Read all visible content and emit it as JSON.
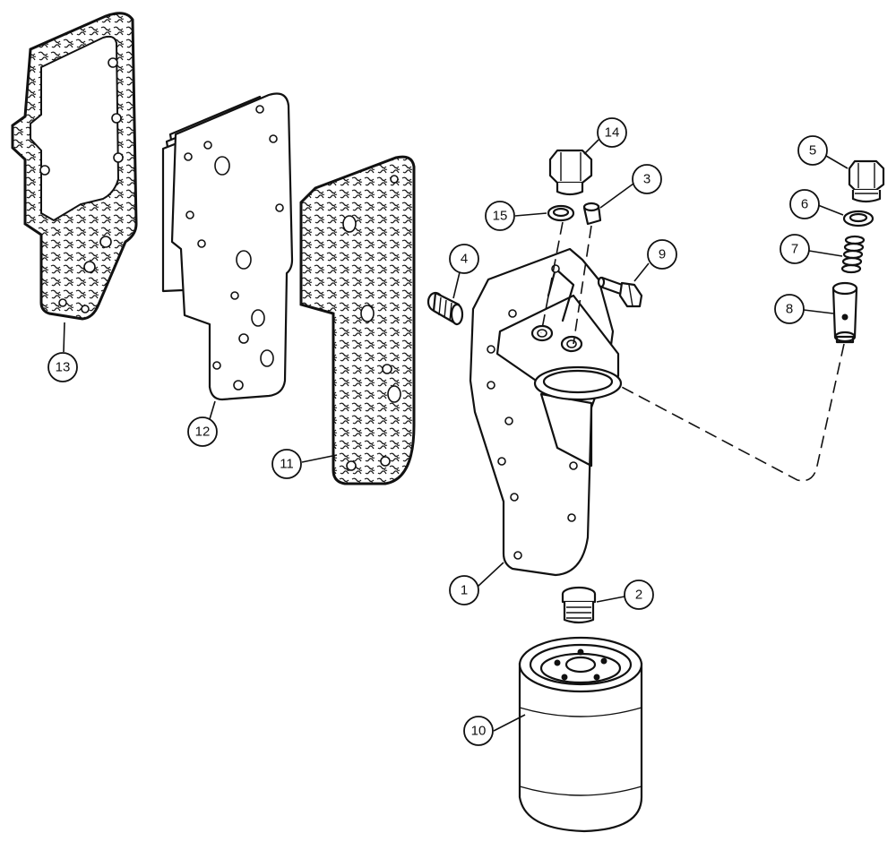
{
  "callouts": [
    {
      "id": "c1",
      "label": "1"
    },
    {
      "id": "c2",
      "label": "2"
    },
    {
      "id": "c3",
      "label": "3"
    },
    {
      "id": "c4",
      "label": "4"
    },
    {
      "id": "c5",
      "label": "5"
    },
    {
      "id": "c6",
      "label": "6"
    },
    {
      "id": "c7",
      "label": "7"
    },
    {
      "id": "c8",
      "label": "8"
    },
    {
      "id": "c9",
      "label": "9"
    },
    {
      "id": "c10",
      "label": "10"
    },
    {
      "id": "c11",
      "label": "11"
    },
    {
      "id": "c12",
      "label": "12"
    },
    {
      "id": "c13",
      "label": "13"
    },
    {
      "id": "c14",
      "label": "14"
    },
    {
      "id": "c15",
      "label": "15"
    }
  ],
  "colors": {
    "ink": "#111111",
    "paper": "#ffffff"
  }
}
